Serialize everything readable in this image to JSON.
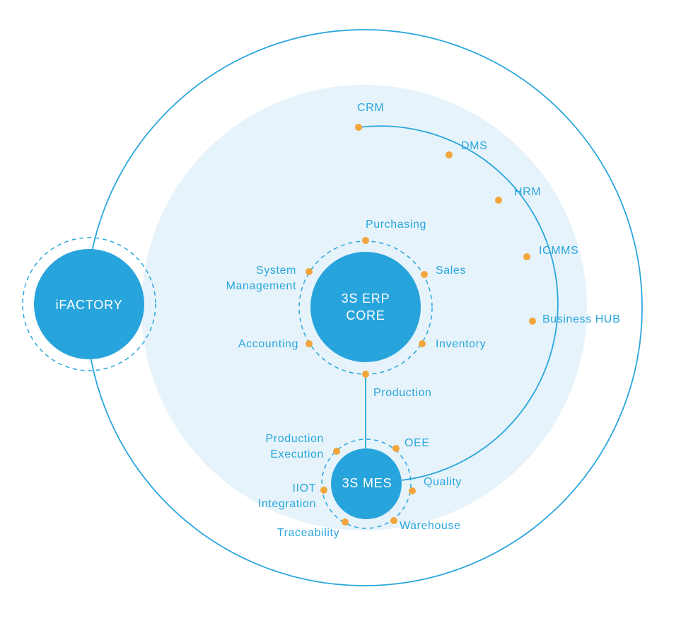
{
  "colors": {
    "line": "#2aa6dd",
    "hub_fill": "#28a4dc",
    "halo": "#e6f3fb",
    "dot": "#f2a53b",
    "hub_text": "#ffffff",
    "label_text": "#2aa6dd"
  },
  "hubs": {
    "ifactory": "iFACTORY",
    "erp_line1": "3S ERP",
    "erp_line2": "CORE",
    "mes": "3S MES"
  },
  "business_modules": {
    "crm": "CRM",
    "dms": "DMS",
    "hrm": "HRM",
    "icmms": "ICMMS",
    "business_hub": "Business HUB"
  },
  "erp_modules": {
    "purchasing": "Purchasing",
    "sales": "Sales",
    "system_line1": "System",
    "system_line2": "Management",
    "accounting": "Accounting",
    "inventory": "Inventory",
    "production": "Production"
  },
  "mes_modules": {
    "prod_exec_line1": "Production",
    "prod_exec_line2": "Execution",
    "oee": "OEE",
    "iiot_line1": "IIOT",
    "iiot_line2": "Integration",
    "quality": "Quality",
    "traceability": "Traceability",
    "warehouse": "Warehouse"
  }
}
